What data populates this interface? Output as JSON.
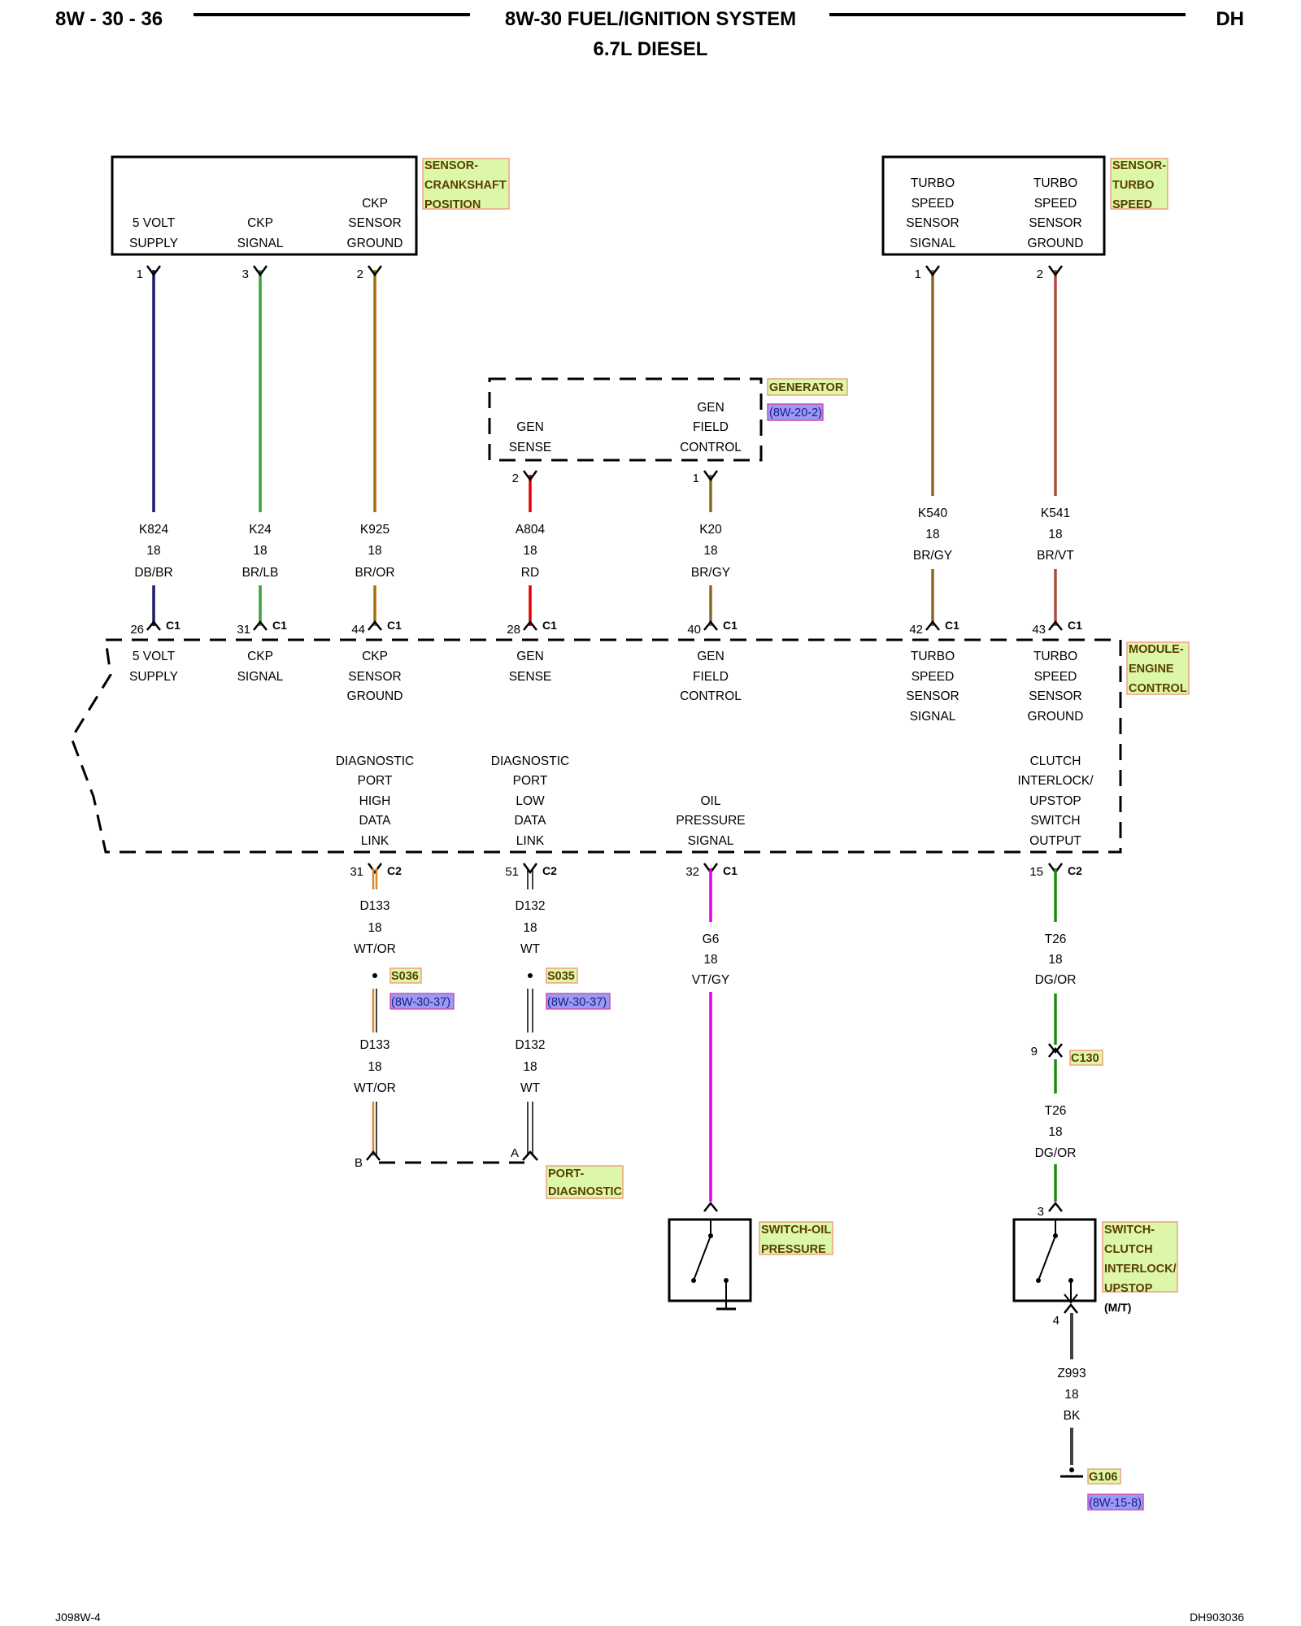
{
  "header": {
    "page_id": "8W - 30 - 36",
    "title": "8W-30 FUEL/IGNITION SYSTEM",
    "subtitle": "6.7L DIESEL",
    "model": "DH"
  },
  "footer": {
    "left": "J098W-4",
    "right": "DH903036"
  },
  "components": {
    "ckp_sensor": {
      "tag": [
        "SENSOR-",
        "CRANKSHAFT",
        "POSITION"
      ],
      "pins": [
        [
          "5 VOLT",
          "SUPPLY"
        ],
        [
          "CKP",
          "SIGNAL"
        ],
        [
          "CKP",
          "SENSOR",
          "GROUND"
        ]
      ],
      "pin_numbers": [
        "1",
        "3",
        "2"
      ]
    },
    "turbo_sensor": {
      "tag": [
        "SENSOR-",
        "TURBO",
        "SPEED"
      ],
      "pins": [
        [
          "TURBO",
          "SPEED",
          "SENSOR",
          "SIGNAL"
        ],
        [
          "TURBO",
          "SPEED",
          "SENSOR",
          "GROUND"
        ]
      ],
      "pin_numbers": [
        "1",
        "2"
      ]
    },
    "generator": {
      "tag": "GENERATOR",
      "ref": "(8W-20-2)",
      "pins": [
        [
          "GEN",
          "SENSE"
        ],
        [
          "GEN",
          "FIELD",
          "CONTROL"
        ]
      ],
      "pin_numbers": [
        "2",
        "1"
      ]
    },
    "ecm": {
      "tag": [
        "MODULE-",
        "ENGINE",
        "CONTROL"
      ],
      "top_pins": [
        [
          "5 VOLT",
          "SUPPLY"
        ],
        [
          "CKP",
          "SIGNAL"
        ],
        [
          "CKP",
          "SENSOR",
          "GROUND"
        ],
        [
          "GEN",
          "SENSE"
        ],
        [
          "GEN",
          "FIELD",
          "CONTROL"
        ],
        [
          "TURBO",
          "SPEED",
          "SENSOR",
          "SIGNAL"
        ],
        [
          "TURBO",
          "SPEED",
          "SENSOR",
          "GROUND"
        ]
      ],
      "top_pin_numbers": [
        "26",
        "31",
        "44",
        "28",
        "40",
        "42",
        "43"
      ],
      "bottom_pins": [
        [
          "DIAGNOSTIC",
          "PORT",
          "HIGH",
          "DATA",
          "LINK"
        ],
        [
          "DIAGNOSTIC",
          "PORT",
          "LOW",
          "DATA",
          "LINK"
        ],
        [
          "OIL",
          "PRESSURE",
          "SIGNAL"
        ],
        [
          "CLUTCH",
          "INTERLOCK/",
          "UPSTOP",
          "SWITCH",
          "OUTPUT"
        ]
      ],
      "bottom_pin_numbers": [
        "31",
        "51",
        "32",
        "15"
      ],
      "bottom_connectors": [
        "C2",
        "C2",
        "C1",
        "C2"
      ]
    },
    "connector_c1": "C1",
    "diag_port": {
      "tag": [
        "PORT-",
        "DIAGNOSTIC"
      ],
      "pins": [
        "B",
        "A"
      ]
    },
    "oil_switch": {
      "tag": [
        "SWITCH-OIL",
        "PRESSURE"
      ]
    },
    "clutch_switch": {
      "tag": [
        "SWITCH-",
        "CLUTCH",
        "INTERLOCK/",
        "UPSTOP"
      ],
      "note": "(M/T)",
      "pin_top": "3",
      "pin_bottom": "4"
    },
    "splice_s036": {
      "tag": "S036",
      "ref": "(8W-30-37)"
    },
    "splice_s035": {
      "tag": "S035",
      "ref": "(8W-30-37)"
    },
    "connector_c130": {
      "tag": "C130",
      "pin": "9"
    },
    "ground_g106": {
      "tag": "G106",
      "ref": "(8W-15-8)"
    }
  },
  "wires": {
    "k824": [
      "K824",
      "18",
      "DB/BR"
    ],
    "k24": [
      "K24",
      "18",
      "BR/LB"
    ],
    "k925": [
      "K925",
      "18",
      "BR/OR"
    ],
    "a804": [
      "A804",
      "18",
      "RD"
    ],
    "k20": [
      "K20",
      "18",
      "BR/GY"
    ],
    "k540": [
      "K540",
      "18",
      "BR/GY"
    ],
    "k541": [
      "K541",
      "18",
      "BR/VT"
    ],
    "d133a": [
      "D133",
      "18",
      "WT/OR"
    ],
    "d132a": [
      "D132",
      "18",
      "WT"
    ],
    "g6": [
      "G6",
      "18",
      "VT/GY"
    ],
    "t26a": [
      "T26",
      "18",
      "DG/OR"
    ],
    "d133b": [
      "D133",
      "18",
      "WT/OR"
    ],
    "d132b": [
      "D132",
      "18",
      "WT"
    ],
    "t26b": [
      "T26",
      "18",
      "DG/OR"
    ],
    "z993": [
      "Z993",
      "18",
      "BK"
    ]
  },
  "wire_colors": {
    "db_br": "#1a1a6e",
    "br_lb": "#3aa03a",
    "br_or": "#a86d0a",
    "rd": "#e00000",
    "br_gy": "#8a6a20",
    "br_vt": "#b04a3a",
    "wt_or": "#d98a2a",
    "wt": "#444444",
    "vt_gy": "#e000e0",
    "dg_or": "#1f8a10",
    "bk": "#444444"
  }
}
